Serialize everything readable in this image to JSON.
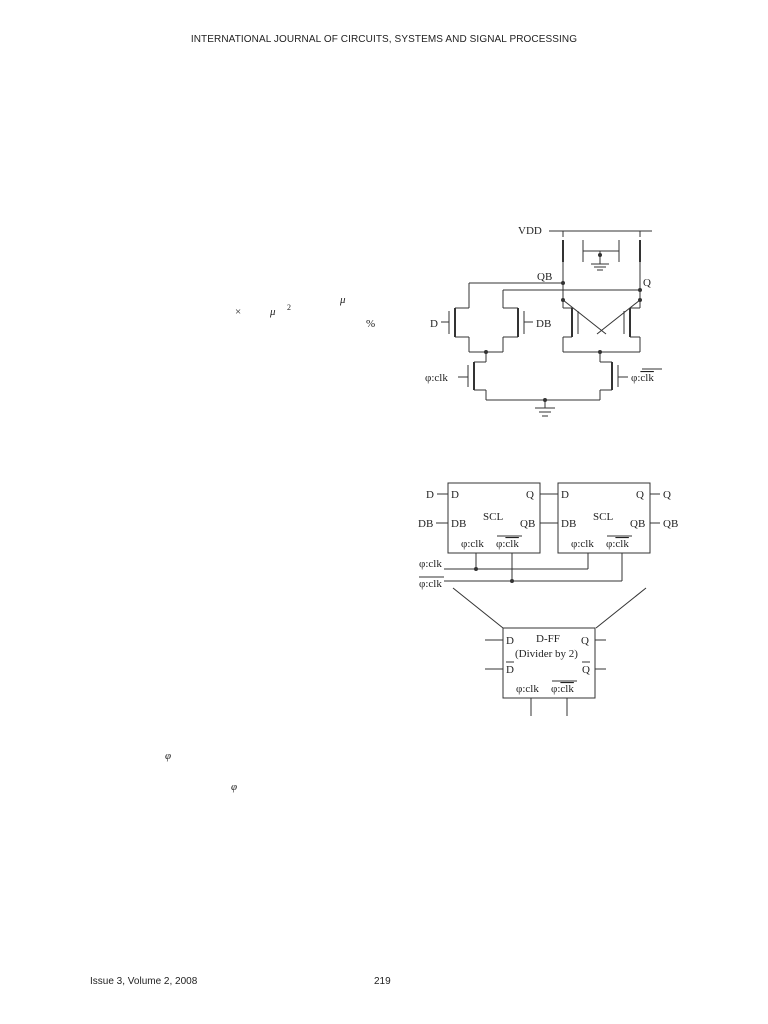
{
  "header": {
    "journal": "INTERNATIONAL JOURNAL OF CIRCUITS, SYSTEMS AND SIGNAL PROCESSING"
  },
  "footer": {
    "issue": "Issue 3, Volume 2, 2008",
    "page": "219"
  },
  "fragments": {
    "times": "×",
    "mu": "μ",
    "sq": "2",
    "mu2": "μ",
    "percent": "%",
    "phi1": "φ",
    "phi2": "φ"
  },
  "scl_circuit": {
    "vdd": "VDD",
    "qb": "QB",
    "q": "Q",
    "d": "D",
    "db": "DB",
    "clk": "φ:clk",
    "clk_bar_prefix": "φ:",
    "clk_bar": "clk"
  },
  "dff_diagram": {
    "in_d": "D",
    "in_db": "DB",
    "block1": {
      "d": "D",
      "db": "DB",
      "q": "Q",
      "qb": "QB",
      "name": "SCL",
      "clk": "φ:clk",
      "clkb_prefix": "φ:",
      "clkb": "clk"
    },
    "block2": {
      "d": "D",
      "db": "DB",
      "q": "Q",
      "qb": "QB",
      "name": "SCL",
      "clk": "φ:clk",
      "clkb_prefix": "φ:",
      "clkb": "clk"
    },
    "out_q": "Q",
    "out_qb": "QB",
    "clk_line": "φ:clk",
    "clkb_line": "φ:clk",
    "summary": {
      "d": "D",
      "db": "D",
      "q": "Q",
      "qb": "Q",
      "name": "D-FF",
      "subtitle": "(Divider by 2)",
      "clk": "φ:clk",
      "clkb_prefix": "φ:",
      "clkb": "clk"
    }
  }
}
